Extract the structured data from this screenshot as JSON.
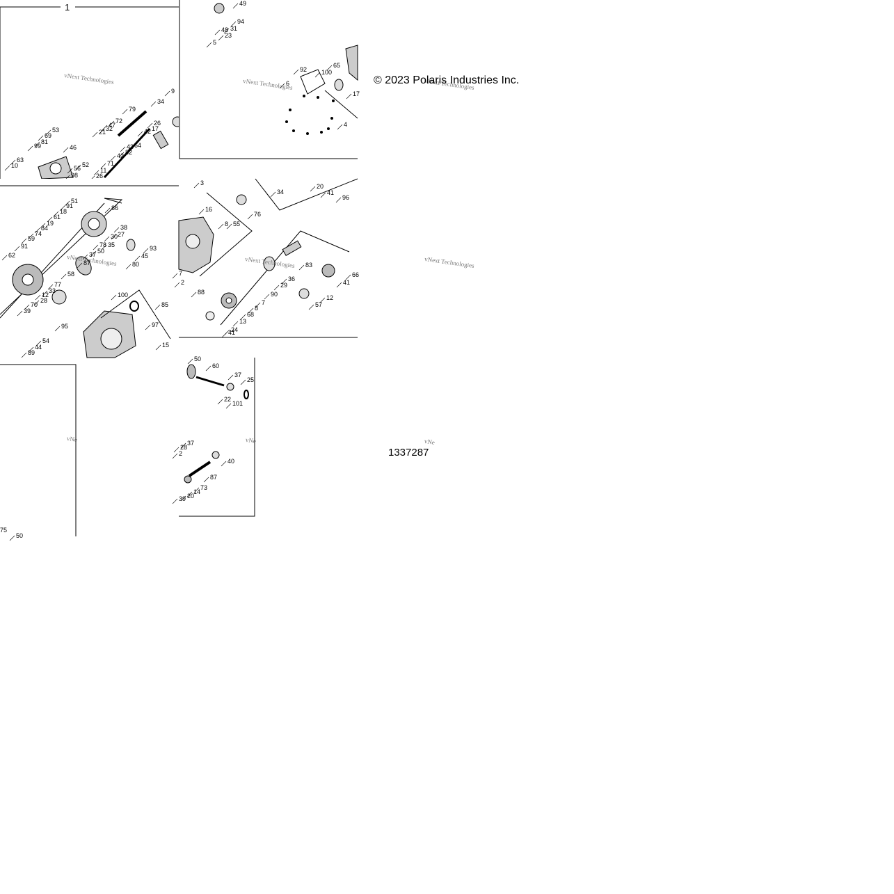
{
  "copyright": "© 2023 Polaris Industries Inc.",
  "drawing_number": "1337287",
  "watermark": "vNext Technologies",
  "watermark_short": "vNe",
  "colors": {
    "line": "#000000",
    "part_fill": "#d9d9d9",
    "background": "#ffffff"
  },
  "tiles": {
    "top_left": {
      "view_label": "1",
      "callouts": [
        "9",
        "34",
        "79",
        "47",
        "72",
        "32",
        "21",
        "42",
        "17",
        "26",
        "53",
        "69",
        "81",
        "99",
        "46",
        "43",
        "64",
        "82",
        "42",
        "63",
        "10",
        "56",
        "52",
        "98",
        "71",
        "11",
        "26"
      ]
    },
    "top_mid": {
      "callouts": [
        "49",
        "94",
        "31",
        "48",
        "23",
        "5",
        "92",
        "100",
        "65",
        "6",
        "17",
        "4"
      ]
    },
    "mid_left": {
      "callouts": [
        "86",
        "51",
        "91",
        "18",
        "61",
        "19",
        "84",
        "74",
        "59",
        "91",
        "62",
        "38",
        "30",
        "27",
        "35",
        "78",
        "50",
        "37",
        "87",
        "58",
        "93",
        "45",
        "80",
        "77",
        "33",
        "12",
        "28",
        "70",
        "39",
        "100",
        "85",
        "97",
        "95",
        "54",
        "44",
        "89",
        "15"
      ]
    },
    "mid_mid": {
      "callouts": [
        "3",
        "34",
        "20",
        "41",
        "96",
        "76",
        "16",
        "55",
        "8",
        "7",
        "2",
        "88",
        "83",
        "36",
        "29",
        "90",
        "7",
        "8",
        "68",
        "13",
        "24",
        "41",
        "66",
        "12",
        "57",
        "41"
      ]
    },
    "bottom_left": {
      "callouts": [
        "75",
        "50"
      ]
    },
    "bottom_mid": {
      "callouts": [
        "50",
        "60",
        "37",
        "25",
        "22",
        "101",
        "37",
        "28",
        "2",
        "40",
        "87",
        "73",
        "14",
        "20",
        "39"
      ]
    }
  }
}
